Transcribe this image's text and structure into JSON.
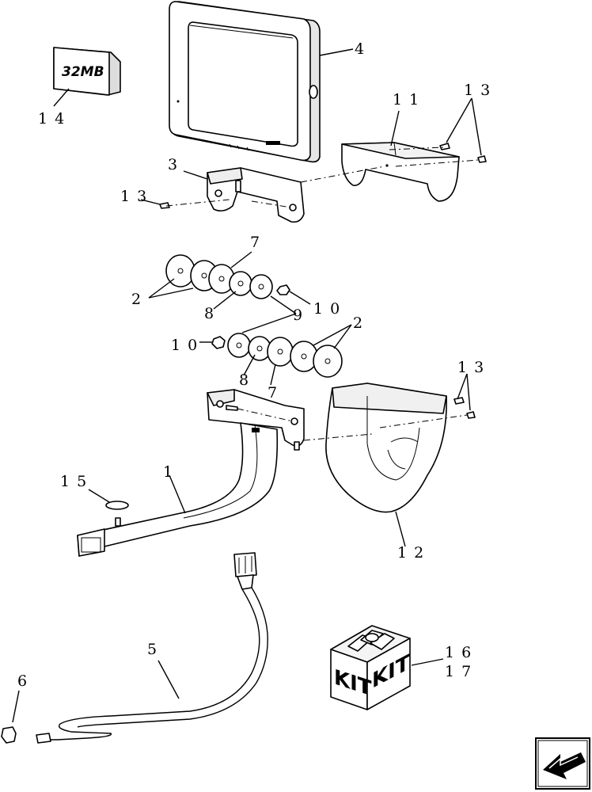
{
  "chip_label": "32MB",
  "kit_label_left": "KIT",
  "kit_label_right": "KIT",
  "callouts": {
    "c1": "1",
    "c2a": "2",
    "c2b": "2",
    "c3": "3",
    "c4": "4",
    "c5": "5",
    "c6": "6",
    "c7a": "7",
    "c7b": "7",
    "c8a": "8",
    "c8b": "8",
    "c9": "9",
    "c10a": "10",
    "c10b": "10",
    "c11": "11",
    "c12": "12",
    "c13a": "13",
    "c13b": "13",
    "c13c": "13",
    "c14": "14",
    "c15": "15",
    "c16": "16",
    "c17": "17"
  },
  "nav_icon": "next-page-arrow-icon"
}
